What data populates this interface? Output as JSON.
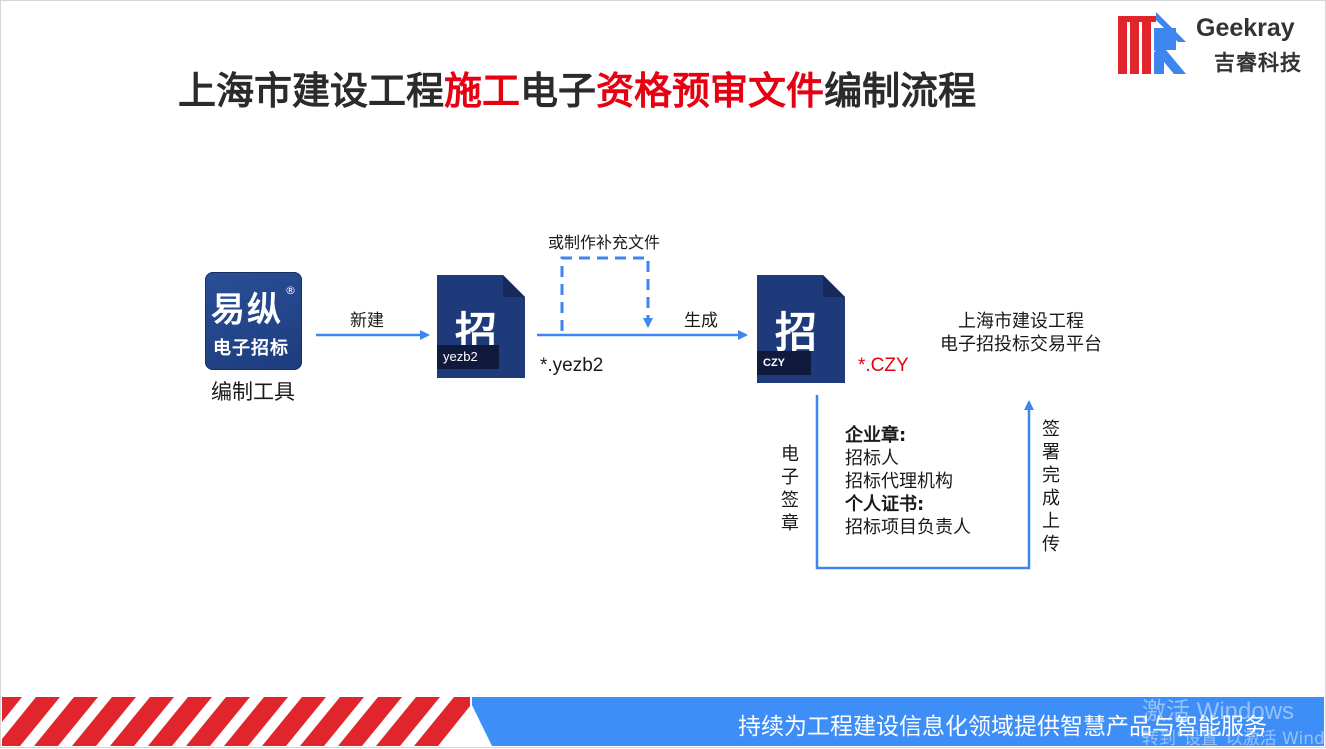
{
  "title": {
    "part1": "上海市建设工程",
    "part2": "施工",
    "part3": "电子",
    "part4": "资格预审文件",
    "part5": "编制流程"
  },
  "logo": {
    "name_en": "Geekray",
    "name_cn": "吉睿科技"
  },
  "tool": {
    "icon_line1": "易纵",
    "icon_registered": "®",
    "icon_line2": "电子招标",
    "label": "编制工具"
  },
  "flow": {
    "new_label": "新建",
    "supplement_label": "或制作补充文件",
    "generate_label": "生成",
    "sign_label": "电子签章",
    "upload_label": "签署完成上传"
  },
  "files": {
    "source": {
      "glyph": "招",
      "ext": "yezb2",
      "caption": "*.yezb2"
    },
    "output": {
      "glyph": "招",
      "ext": "CZY",
      "caption": "*.CZY"
    }
  },
  "platform": {
    "line1": "上海市建设工程",
    "line2": "电子招投标交易平台"
  },
  "seals": {
    "enterprise_heading": "企业章:",
    "enterprise_items": [
      "招标人",
      "招标代理机构"
    ],
    "personal_heading": "个人证书:",
    "personal_items": [
      "招标项目负责人"
    ]
  },
  "footer": {
    "slogan": "持续为工程建设信息化领域提供智慧产品与智能服务",
    "watermark_line1": "激活 Windows",
    "watermark_line2": "转到\"设置\"以激活 Windows。"
  },
  "colors": {
    "title_red": "#e60012",
    "icon_navy": "#1f3a7a",
    "arrow_blue": "#3d86f0",
    "footer_blue": "#3e8ef7",
    "stripe_red": "#e0262c"
  }
}
